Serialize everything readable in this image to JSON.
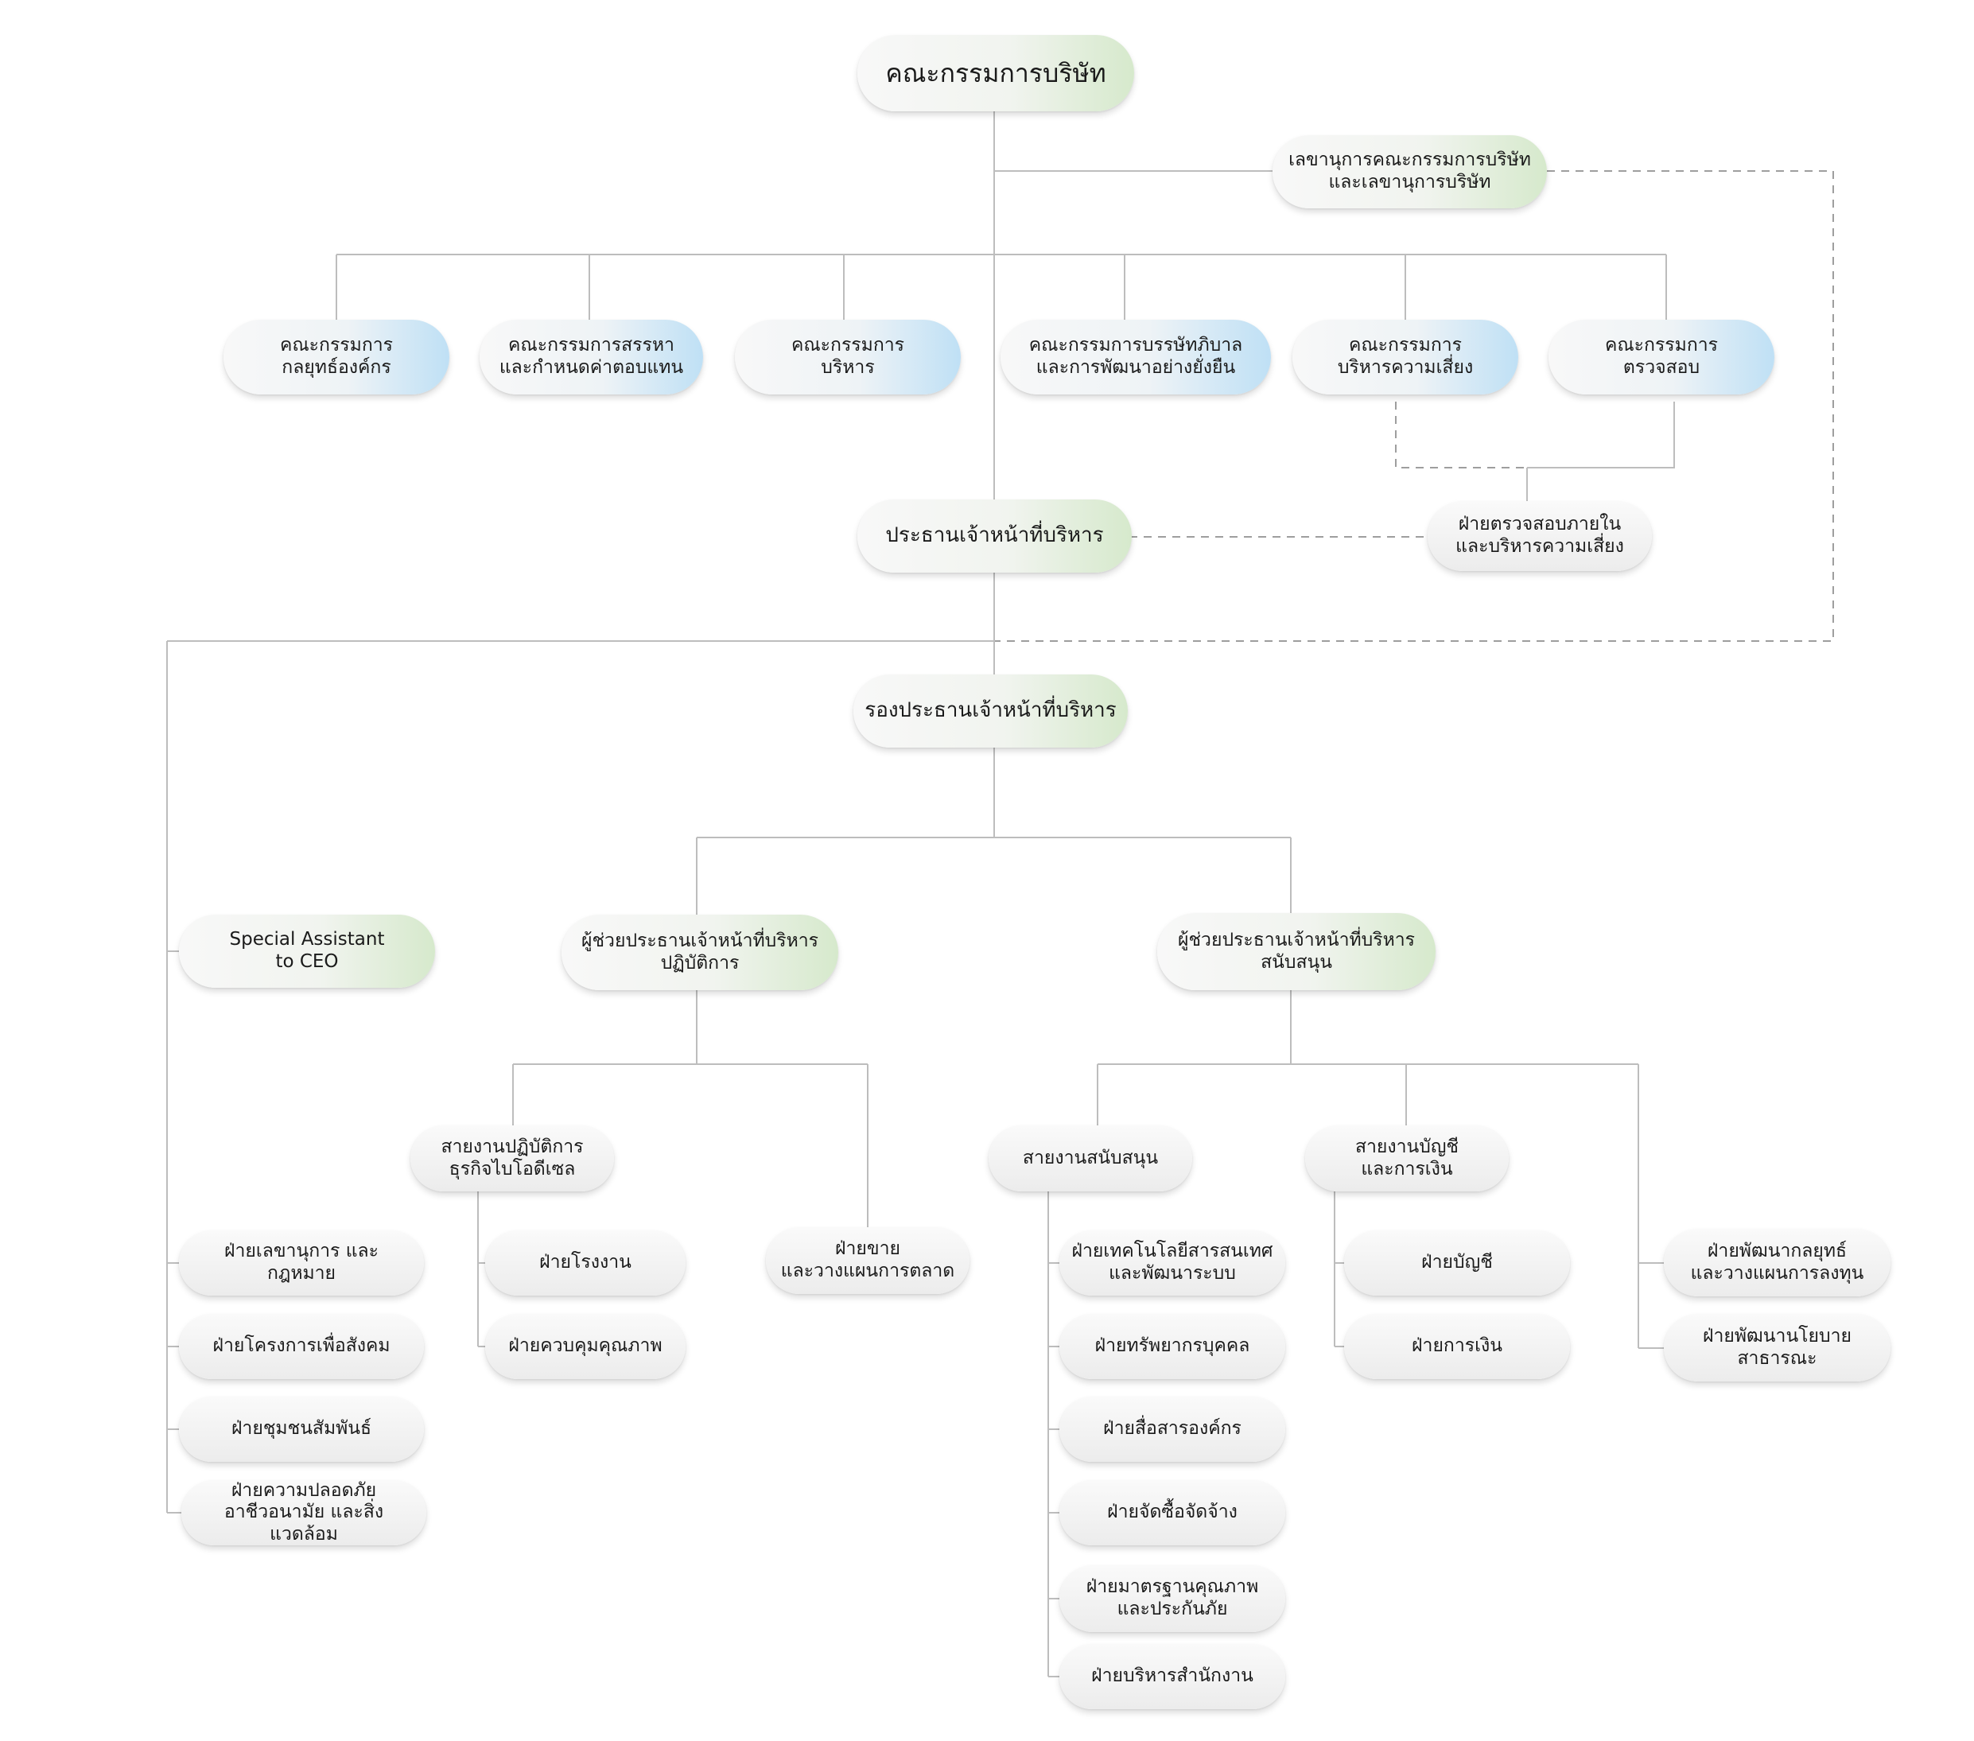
{
  "board": "คณะกรรมการบริษัท",
  "secretary": "เลขานุการคณะกรรมการบริษัท\nและเลขานุการบริษัท",
  "committees": [
    "คณะกรรมการ\nกลยุทธ์องค์กร",
    "คณะกรรมการสรรหา\nและกำหนดค่าตอบแทน",
    "คณะกรรมการ\nบริหาร",
    "คณะกรรมการบรรษัทภิบาล\nและการพัฒนาอย่างยั่งยืน",
    "คณะกรรมการ\nบริหารความเสี่ยง",
    "คณะกรรมการ\nตรวจสอบ"
  ],
  "ceo": "ประธานเจ้าหน้าที่บริหาร",
  "internal_audit": "ฝ่ายตรวจสอบภายใน\nและบริหารความเสี่ยง",
  "deputy_ceo": "รองประธานเจ้าหน้าที่บริหาร",
  "special_assistant": "Special Assistant\nto CEO",
  "ceo_depts": [
    "ฝ่ายเลขานุการ และ กฎหมาย",
    "ฝ่ายโครงการเพื่อสังคม",
    "ฝ่ายชุมชนสัมพันธ์",
    "ฝ่ายความปลอดภัย\nอาชีวอนามัย และสิ่งแวดล้อม"
  ],
  "avp_operations": "ผู้ช่วยประธานเจ้าหน้าที่บริหาร\nปฏิบัติการ",
  "avp_support": "ผู้ช่วยประธานเจ้าหน้าที่บริหาร\nสนับสนุน",
  "biodiesel_line": "สายงานปฏิบัติการ\nธุรกิจไบโอดีเซล",
  "biodiesel_depts": [
    "ฝ่ายโรงงาน",
    "ฝ่ายควบคุมคุณภาพ"
  ],
  "sales": "ฝ่ายขาย\nและวางแผนการตลาด",
  "support_line": "สายงานสนับสนุน",
  "support_depts": [
    "ฝ่ายเทคโนโลยีสารสนเทศ\nและพัฒนาระบบ",
    "ฝ่ายทรัพยากรบุคคล",
    "ฝ่ายสื่อสารองค์กร",
    "ฝ่ายจัดซื้อจัดจ้าง",
    "ฝ่ายมาตรฐานคุณภาพ\nและประกันภัย",
    "ฝ่ายบริหารสำนักงาน"
  ],
  "finance_line": "สายงานบัญชี\nและการเงิน",
  "finance_depts": [
    "ฝ่ายบัญชี",
    "ฝ่ายการเงิน"
  ],
  "strategy_depts": [
    "ฝ่ายพัฒนากลยุทธ์\nและวางแผนการลงทุน",
    "ฝ่ายพัฒนานโยบาย\nสาธารณะ"
  ]
}
